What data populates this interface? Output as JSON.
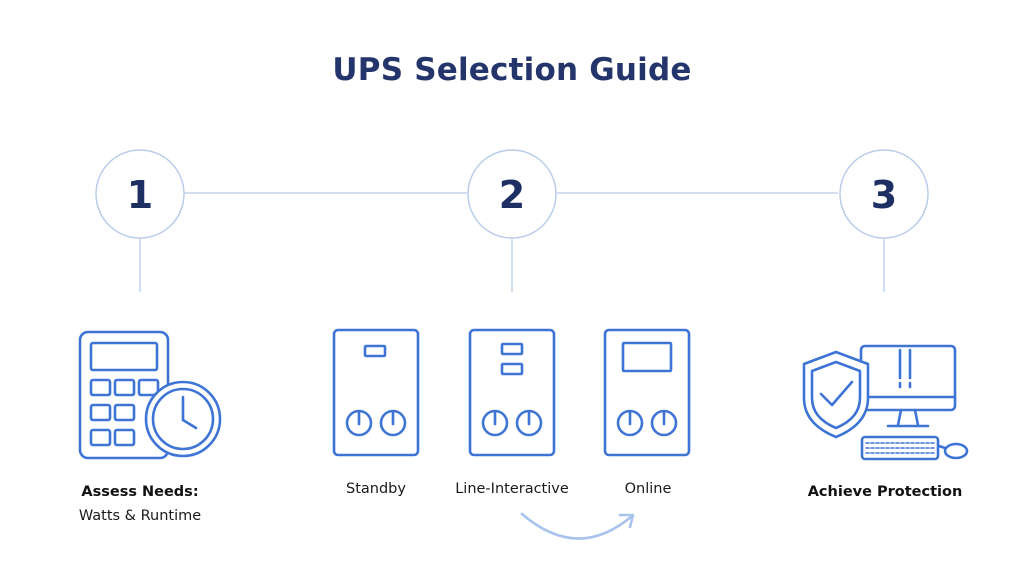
{
  "title": "UPS Selection Guide",
  "colors": {
    "navy": "#23356b",
    "icon_blue": "#3d74d6",
    "line_blue": "#b9cdea",
    "arrow_blue": "#a8c4ec"
  },
  "steps": [
    {
      "number": "1",
      "label": "Assess Needs:",
      "sublabel": "Watts & Runtime",
      "icon": "calculator-clock-icon"
    },
    {
      "number": "2",
      "options": [
        {
          "label": "Standby",
          "icon": "ups-standby-icon"
        },
        {
          "label": "Line-Interactive",
          "icon": "ups-line-interactive-icon"
        },
        {
          "label": "Online",
          "icon": "ups-online-icon"
        }
      ],
      "transition_icon": "curved-arrow-icon"
    },
    {
      "number": "3",
      "label": "Achieve Protection",
      "icon": "shield-computer-icon"
    }
  ]
}
